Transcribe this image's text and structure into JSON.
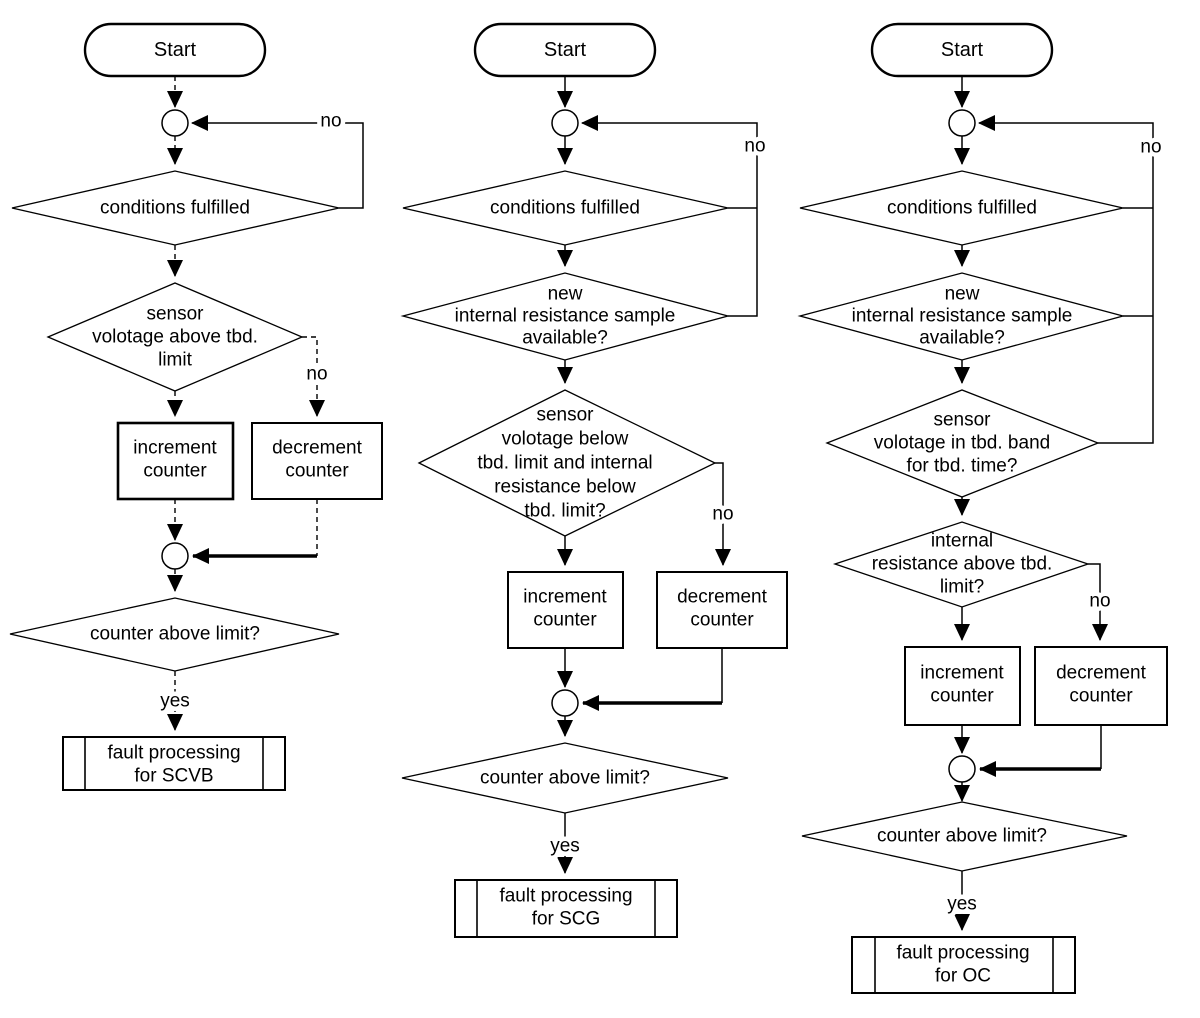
{
  "colors": {
    "line": "#000000",
    "background": "#ffffff",
    "text": "#000000"
  },
  "charts": [
    {
      "start": "Start",
      "loop_no": "no",
      "branch_no": "no",
      "yes": "yes",
      "decisions": {
        "conditions": [
          "conditions fulfilled"
        ],
        "sensor": [
          "sensor",
          "volotage above tbd.",
          "limit"
        ],
        "counter": [
          "counter above limit?"
        ]
      },
      "increment": [
        "increment",
        "counter"
      ],
      "decrement": [
        "decrement",
        "counter"
      ],
      "fault": [
        "fault processing",
        "for SCVB"
      ]
    },
    {
      "start": "Start",
      "loop_no": "no",
      "branch_no": "no",
      "yes": "yes",
      "decisions": {
        "conditions": [
          "conditions fulfilled"
        ],
        "new_sample": [
          "new",
          "internal resistance sample",
          "available?"
        ],
        "sensor": [
          "sensor",
          "volotage below",
          "tbd. limit and internal",
          "resistance below",
          "tbd. limit?"
        ],
        "counter": [
          "counter above limit?"
        ]
      },
      "increment": [
        "increment",
        "counter"
      ],
      "decrement": [
        "decrement",
        "counter"
      ],
      "fault": [
        "fault processing",
        "for SCG"
      ]
    },
    {
      "start": "Start",
      "loop_no": "no",
      "branch_no": "no",
      "yes": "yes",
      "decisions": {
        "conditions": [
          "conditions fulfilled"
        ],
        "new_sample": [
          "new",
          "internal resistance sample",
          "available?"
        ],
        "sensor": [
          "sensor",
          "volotage in tbd. band",
          "for tbd. time?"
        ],
        "resistance": [
          "internal",
          "resistance above tbd.",
          "limit?"
        ],
        "counter": [
          "counter above limit?"
        ]
      },
      "increment": [
        "increment",
        "counter"
      ],
      "decrement": [
        "decrement",
        "counter"
      ],
      "fault": [
        "fault processing",
        "for OC"
      ]
    }
  ]
}
